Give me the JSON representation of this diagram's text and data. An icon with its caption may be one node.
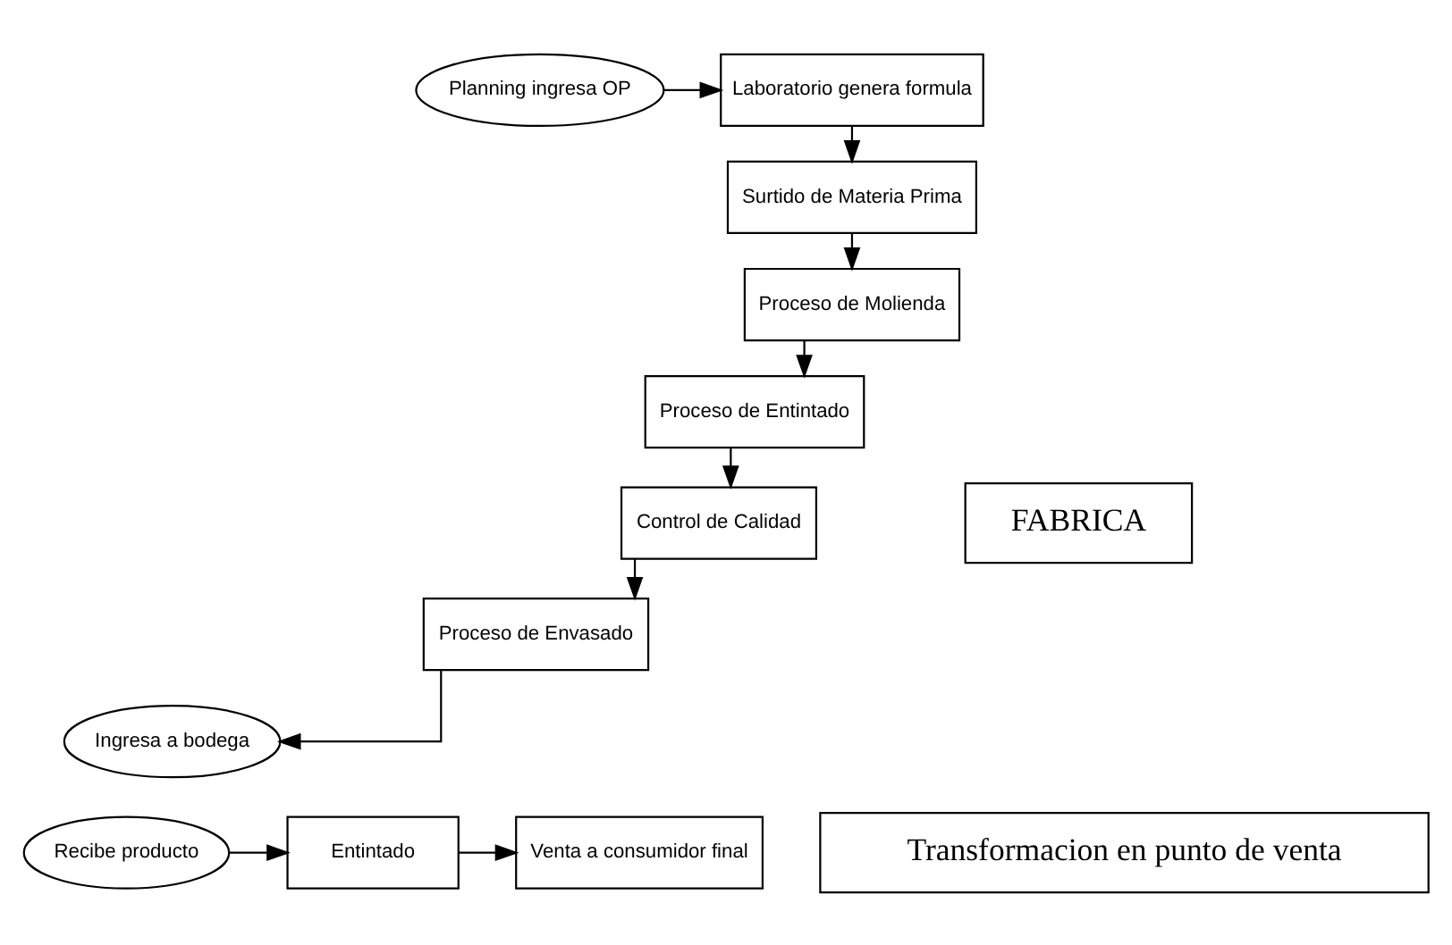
{
  "diagram": {
    "nodes": [
      {
        "text": [
          "Planning ingresa OP"
        ]
      },
      {
        "text": [
          "Laboratorio genera formula"
        ]
      },
      {
        "text": [
          "Surtido de Materia Prima"
        ]
      },
      {
        "text": [
          "Proceso de Molienda"
        ]
      },
      {
        "text": [
          "Proceso de Entintado"
        ]
      },
      {
        "text": [
          "Control de Calidad"
        ]
      },
      {
        "text": [
          "Proceso de Envasado"
        ]
      },
      {
        "text": [
          "Ingresa a bodega"
        ]
      },
      {
        "text": [
          "FABRICA"
        ]
      },
      {
        "text": [
          "Transformacion en punto de venta"
        ]
      },
      {
        "text": [
          "Recibe producto"
        ]
      },
      {
        "text": [
          "Entintado"
        ]
      },
      {
        "text": [
          "Venta a consumidor final"
        ]
      }
    ],
    "edges": [
      {
        "from": 0,
        "to": 1,
        "arrow": "to"
      },
      {
        "from": 1,
        "to": 2,
        "arrow": "to"
      },
      {
        "from": 2,
        "to": 3,
        "arrow": "to"
      },
      {
        "from": 3,
        "to": 4,
        "arrow": "to"
      },
      {
        "from": 4,
        "to": 5,
        "arrow": "to"
      },
      {
        "from": 5,
        "to": 6,
        "arrow": "to"
      },
      {
        "from": 6,
        "to": 7,
        "arrow": "to"
      },
      {
        "from": 10,
        "to": 11,
        "arrow": "to"
      },
      {
        "from": 11,
        "to": 12,
        "arrow": "to"
      }
    ]
  }
}
